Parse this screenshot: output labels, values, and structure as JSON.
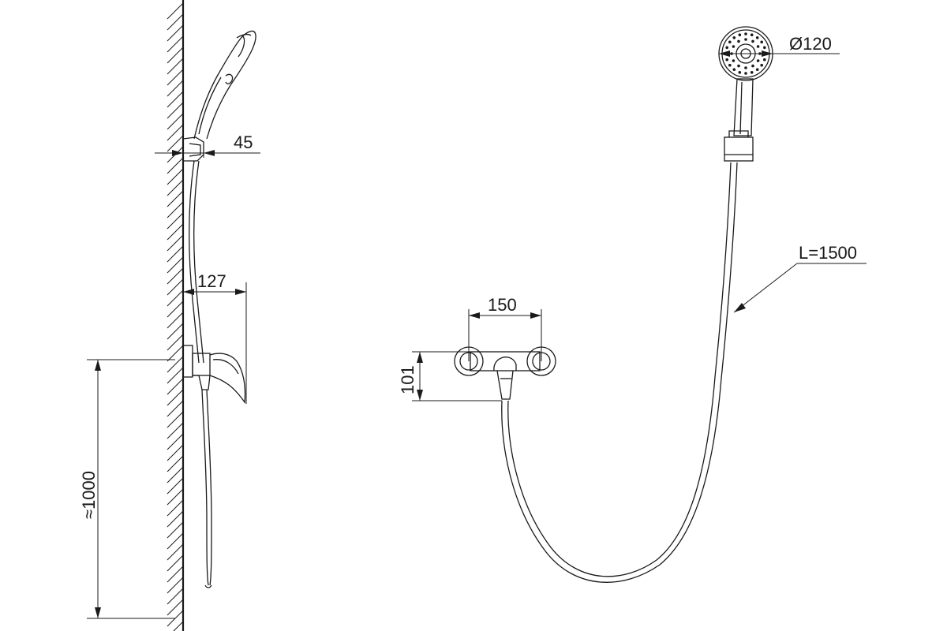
{
  "drawing": {
    "dimensions": {
      "holder_offset": "45",
      "mixer_projection": "127",
      "mounting_height": "≈1000",
      "centre_distance": "150",
      "mixer_height": "101",
      "head_diameter": "Ø120",
      "hose_length": "L=1500"
    }
  }
}
